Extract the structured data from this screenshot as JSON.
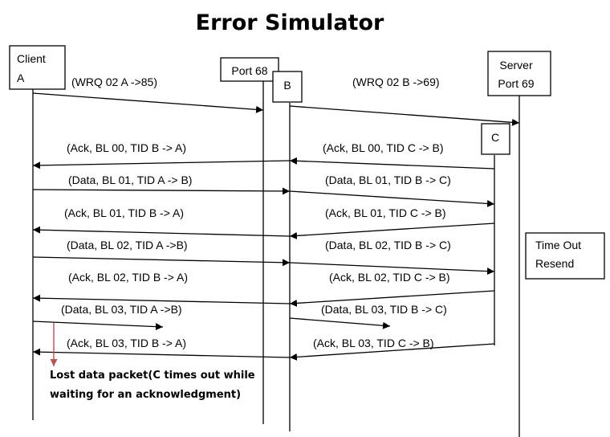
{
  "title": "Error Simulator",
  "participants": {
    "client": [
      "Client",
      "A"
    ],
    "port68": [
      "Port 68"
    ],
    "b": [
      "B"
    ],
    "server": [
      "Server",
      "Port 69"
    ],
    "c": [
      "C"
    ]
  },
  "messages": [
    {
      "text": "(WRQ 02 A ->85)",
      "from": "client",
      "to": "port68",
      "status": "delivered"
    },
    {
      "text": "(WRQ 02 B ->69)",
      "from": "b",
      "to": "server",
      "status": "delivered"
    },
    {
      "text": "(Ack, BL 00, TID B -> A)",
      "from": "b",
      "to": "client",
      "status": "delivered"
    },
    {
      "text": "(Ack, BL 00, TID C -> B)",
      "from": "c",
      "to": "b",
      "status": "delivered"
    },
    {
      "text": "(Data, BL 01, TID A -> B)",
      "from": "client",
      "to": "b",
      "status": "delivered"
    },
    {
      "text": "(Data, BL 01, TID B -> C)",
      "from": "b",
      "to": "c",
      "status": "delivered"
    },
    {
      "text": "(Ack, BL 01, TID B -> A)",
      "from": "b",
      "to": "client",
      "status": "delivered"
    },
    {
      "text": "(Ack, BL 01, TID C -> B)",
      "from": "c",
      "to": "b",
      "status": "delivered"
    },
    {
      "text": "(Data, BL 02, TID A ->B)",
      "from": "client",
      "to": "b",
      "status": "delivered"
    },
    {
      "text": "(Data, BL 02, TID B -> C)",
      "from": "b",
      "to": "c",
      "status": "delivered"
    },
    {
      "text": "(Ack, BL 02, TID B -> A)",
      "from": "b",
      "to": "client",
      "status": "delivered"
    },
    {
      "text": "(Ack, BL 02, TID C -> B)",
      "from": "c",
      "to": "b",
      "status": "delivered"
    },
    {
      "text": "(Data, BL 03, TID A ->B)",
      "from": "client",
      "to": "b",
      "status": "lost"
    },
    {
      "text": "(Data, BL 03, TID B -> C)",
      "from": "b",
      "to": "c",
      "status": "lost"
    },
    {
      "text": "(Ack, BL 03, TID B -> A)",
      "from": "b",
      "to": "client",
      "status": "delivered"
    },
    {
      "text": "(Ack, BL 03, TID C -> B)",
      "from": "c",
      "to": "b",
      "status": "delivered"
    }
  ],
  "timeout_note": [
    "Time Out",
    "Resend"
  ],
  "lost_note": [
    "Lost data packet(C times out while",
    "waiting for an acknowledgment)"
  ],
  "colors": {
    "line": "#000000",
    "lost_marker": "#c0504d"
  }
}
